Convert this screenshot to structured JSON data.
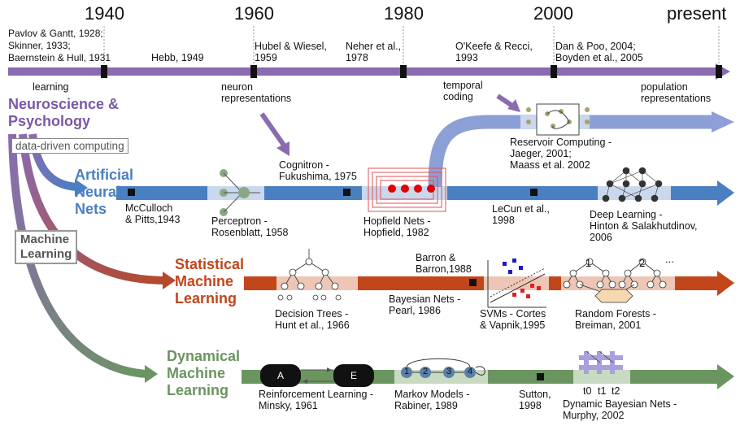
{
  "timeline": {
    "years": [
      "1940",
      "1960",
      "1980",
      "2000",
      "present"
    ],
    "items": [
      {
        "text": "Pavlov & Gantt, 1928;\nSkinner, 1933;\nBaernstein & Hull, 1931"
      },
      {
        "text": "Hebb, 1949"
      },
      {
        "text": "Hubel & Wiesel,\n1959"
      },
      {
        "text": "Neher et al.,\n1978"
      },
      {
        "text": "O'Keefe & Recci,\n1993"
      },
      {
        "text": "Dan & Poo, 2004;\nBoyden et al., 2005"
      }
    ],
    "below": [
      "learning",
      "neuron\nrepresentations",
      "temporal\ncoding",
      "population\nrepresentations"
    ]
  },
  "labels": {
    "neuroscience": "Neuroscience &\nPsychology",
    "data_driven": "data-driven computing",
    "machine_learning": "Machine\nLearning",
    "ann": "Artificial\nNeural\nNets",
    "sml": "Statistical\nMachine\nLearning",
    "dml": "Dynamical\nMachine\nLearning"
  },
  "ann_items": [
    "McCulloch\n& Pitts,1943",
    "Perceptron -\nRosenblatt, 1958",
    "Cognitron -\nFukushima, 1975",
    "Hopfield Nets -\nHopfield, 1982",
    "LeCun et al.,\n1998",
    "Deep Learning -\nHinton & Salakhutdinov,\n2006",
    "Reservoir Computing -\nJaeger, 2001;\nMaass et al. 2002"
  ],
  "sml_items": [
    "Decision Trees -\nHunt et al., 1966",
    "Barron &\nBarron,1988",
    "Bayesian Nets -\nPearl, 1986",
    "SVMs - Cortes\n& Vapnik,1995",
    "Random Forests -\nBreiman, 2001"
  ],
  "rf_markers": [
    "1",
    "2",
    "..."
  ],
  "dml_items": [
    "Reinforcement Learning -\nMinsky, 1961",
    "Markov Models -\nRabiner, 1989",
    "Sutton,\n1998",
    "Dynamic Bayesian Nets -\nMurphy, 2002"
  ],
  "rl_nodes": [
    "A",
    "E"
  ],
  "markov_states": [
    "1",
    "2",
    "3",
    "4"
  ],
  "dbn_times": [
    "t0",
    "t1",
    "t2"
  ],
  "colors": {
    "timeline": "#8a6bb0",
    "ann": "#4a7fc1",
    "sml": "#c1461a",
    "dml": "#6a9560",
    "neuro_text": "#7b57a8"
  }
}
